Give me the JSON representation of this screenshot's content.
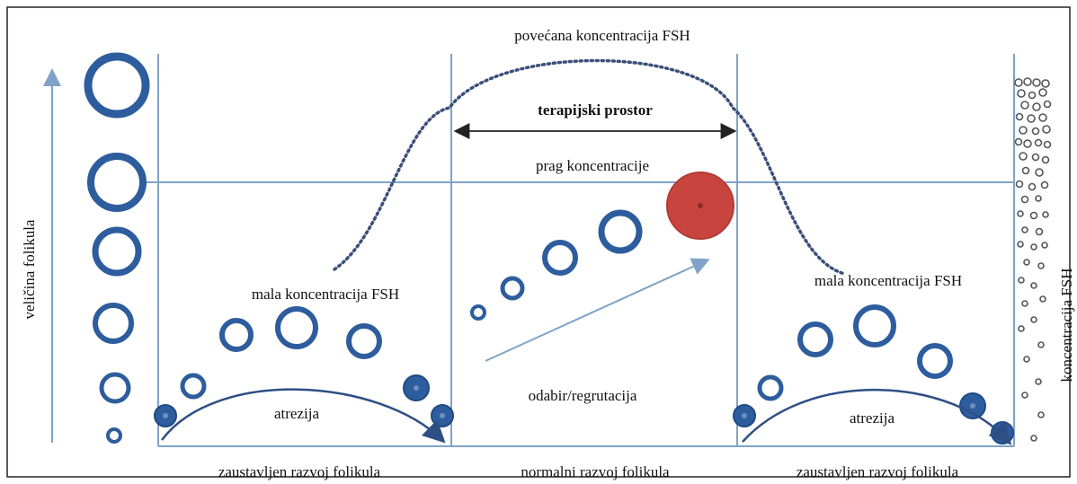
{
  "labels": {
    "top_label": "povećana koncentracija FSH",
    "therapy_space": "terapijski prostor",
    "threshold": "prag koncentracije",
    "low_fsh_left": "mala koncentracija FSH",
    "low_fsh_right": "mala koncentracija FSH",
    "atresia_left": "atrezija",
    "atresia_right": "atrezija",
    "selection": "odabir/regrutacija",
    "bottom_left": "zaustavljen razvoj folikula",
    "bottom_middle": "normalni razvoj folikula",
    "bottom_right": "zaustavljen razvoj folikula",
    "y_axis_left": "veličina folikula",
    "y_axis_right": "koncentracija FSH"
  },
  "colors": {
    "follicle_blue": "#2e5d9e",
    "line_blue": "#7fa3c8",
    "dotted_curve": "#3a4f7a",
    "dominant_red": "#c8443f",
    "text": "#111111"
  }
}
